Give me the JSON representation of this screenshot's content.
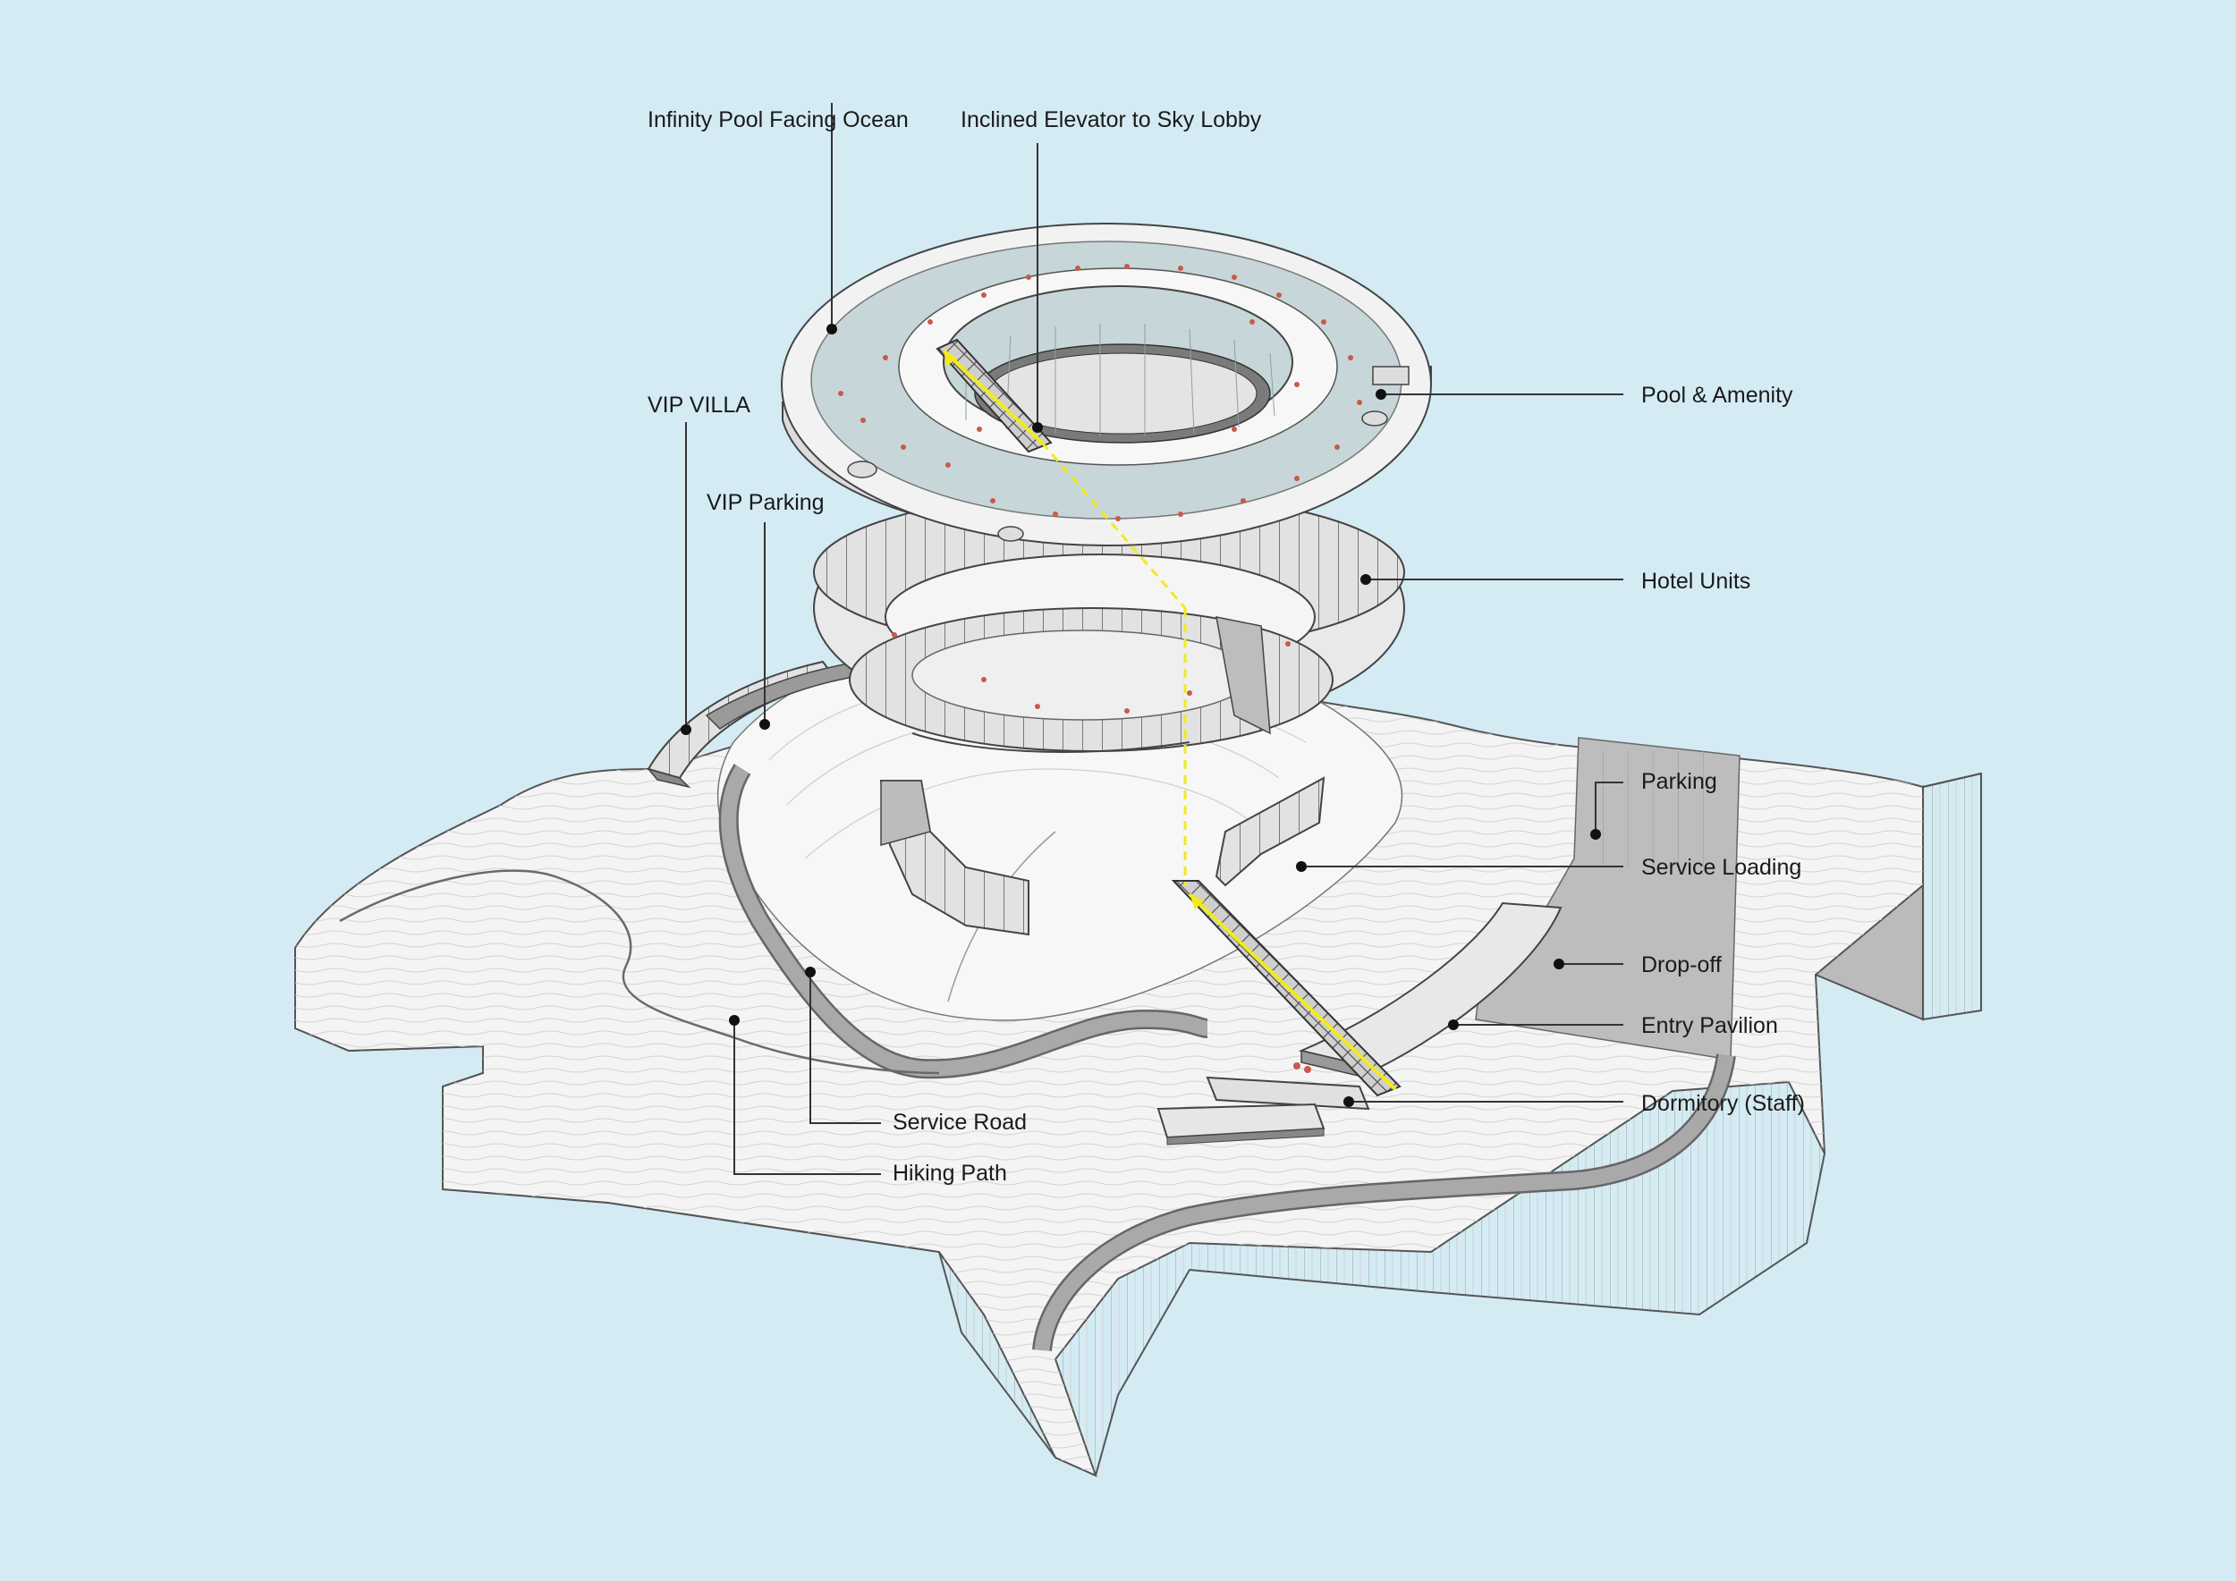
{
  "colors": {
    "background": "#d4ebf4",
    "terrain": "#f4f4f4",
    "terrain_side": "#ffffff",
    "road": "#a9a9a9",
    "pavement": "#bdbdbd",
    "structure": "#e6e6e6",
    "glass": "#c7d6d8",
    "accent_yellow": "#f2ea1d",
    "line": "#333333",
    "marker_red": "#c85a4a"
  },
  "labels": {
    "infinity_pool": "Infinity Pool Facing Ocean",
    "inclined_elevator": "Inclined Elevator to Sky Lobby",
    "pool_amenity": "Pool & Amenity",
    "vip_villa": "VIP VILLA",
    "vip_parking": "VIP Parking",
    "hotel_units": "Hotel Units",
    "parking": "Parking",
    "service_loading": "Service Loading",
    "drop_off": "Drop-off",
    "entry_pavilion": "Entry Pavilion",
    "dormitory": "Dormitory (Staff)",
    "service_road": "Service Road",
    "hiking_path": "Hiking Path"
  }
}
